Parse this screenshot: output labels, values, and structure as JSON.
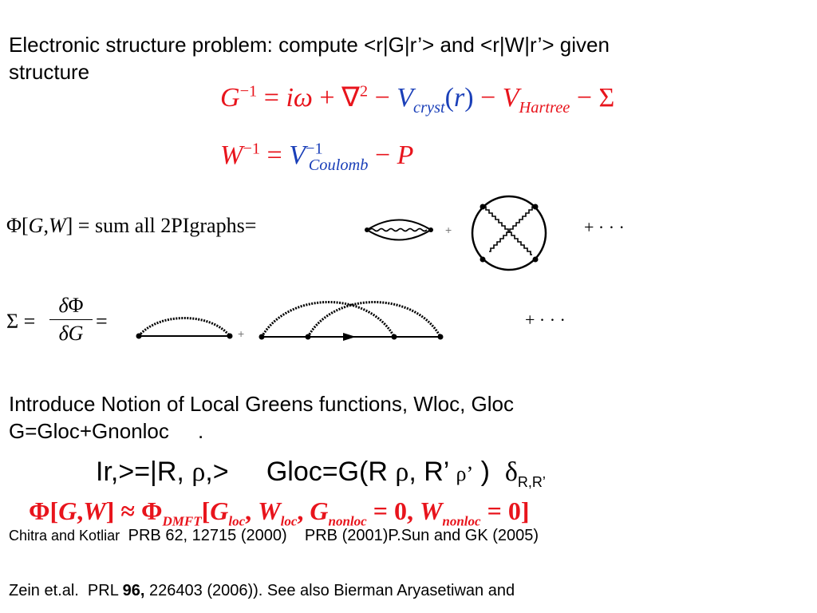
{
  "slide": {
    "intro_line1": "Electronic structure problem: compute <r|G|r’> and <r|W|r’>  given",
    "intro_line2": "structure",
    "eq_g": {
      "G": "G",
      "exp_m1": "−1",
      "eq": " = ",
      "i": "i",
      "omega": "ω",
      "plus": " + ",
      "nabla": "∇",
      "exp_2": "2",
      "minus1": " − ",
      "V": "V",
      "cryst": "cryst",
      "r_open": "(",
      "r": "r",
      "r_close": ")",
      "minus2": " − ",
      "V2": "V",
      "hartree": "Hartree",
      "minus3": " − ",
      "sigma": "Σ"
    },
    "eq_w": {
      "W": "W",
      "exp_m1": "−1",
      "eq": " = ",
      "V": "V",
      "exp_m1b": "−1",
      "coulomb": "Coulomb",
      "minus": " − ",
      "P": "P"
    },
    "phi_line": {
      "phi": "Φ[",
      "G": "G",
      "comma": ",",
      "W": "W",
      "close": "] = sum all 2PIgraphs=",
      "plus_small": "+",
      "plus_dots": "+ · · ·"
    },
    "sigma_line": {
      "sigma": "Σ =",
      "num_delta": "δ",
      "num_phi": "Φ",
      "den_delta": "δ",
      "den_G": "G",
      "eq": "=",
      "plus_small": "+",
      "plus_dots": "+ · · ·"
    },
    "local_line1": "Introduce Notion of Local Greens functions, Wloc, Gloc",
    "local_line2": "G=Gloc+Gnonloc     .",
    "basis_line": {
      "ket": "Ir,>=|R, ",
      "rho1": "ρ",
      "ket_close": ",>     Gloc=G(R ",
      "rho2": "ρ",
      "mid": ", R’ ",
      "rho3": "ρ’",
      "paren": " )  ",
      "delta": "δ",
      "sub": "R,R’"
    },
    "dmft_eq": {
      "phi": "Φ[",
      "G": "G",
      "comma1": ",",
      "W": "W",
      "close1": "] ≈ Φ",
      "dmft": "DMFT",
      "open2": "[",
      "G2": "G",
      "loc1": "loc",
      "comma2": ", ",
      "W2": "W",
      "loc2": "loc",
      "comma3": ", ",
      "G3": "G",
      "nonloc1": "nonloc",
      "eq0a": " = 0, ",
      "W3": "W",
      "nonloc2": "nonloc",
      "eq0b": " = 0]"
    },
    "ref1_a": "Chitra and Kotliar ",
    "ref1_b": " PRB 62, 12715 (2000)    PRB (2001)P.Sun and GK (2005)",
    "ref2_a": "Zein et.al.  PRL ",
    "ref2_b": "96,",
    "ref2_c": " 226403 (2006)). See also Bierman Aryasetiwan and"
  },
  "colors": {
    "red": "#e8141c",
    "blue": "#1a3fb8",
    "text": "#000000"
  }
}
